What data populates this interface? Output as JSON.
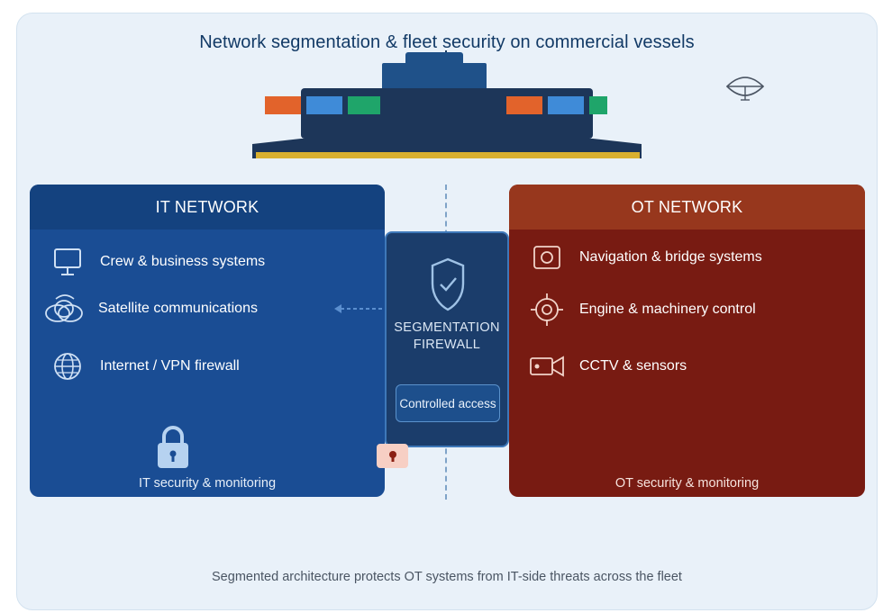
{
  "title": "Network segmentation & fleet security on commercial vessels",
  "footer": "Segmented architecture protects OT systems from IT-side threats across the fleet",
  "it_network": {
    "header": "IT NETWORK",
    "items": [
      {
        "label": "Crew & business systems",
        "icon": "monitor-icon"
      },
      {
        "label": "Satellite communications",
        "icon": "satellite-cloud-icon"
      },
      {
        "label": "Internet / VPN firewall",
        "icon": "globe-icon"
      }
    ],
    "footer": "IT security & monitoring",
    "footer_icon": "lock-icon"
  },
  "ot_network": {
    "header": "OT NETWORK",
    "items": [
      {
        "label": "Navigation & bridge systems",
        "icon": "radar-icon"
      },
      {
        "label": "Engine & machinery control",
        "icon": "gear-target-icon"
      },
      {
        "label": "CCTV & sensors",
        "icon": "camera-icon"
      }
    ],
    "footer": "OT security & monitoring"
  },
  "firewall": {
    "label_line1": "SEGMENTATION",
    "label_line2": "FIREWALL",
    "button": "Controlled access",
    "icon": "shield-check-icon"
  },
  "colors": {
    "it_panel": "#1a4d94",
    "ot_panel": "#781b12",
    "firewall": "#1b3d6b",
    "background": "#e9f1f9"
  }
}
